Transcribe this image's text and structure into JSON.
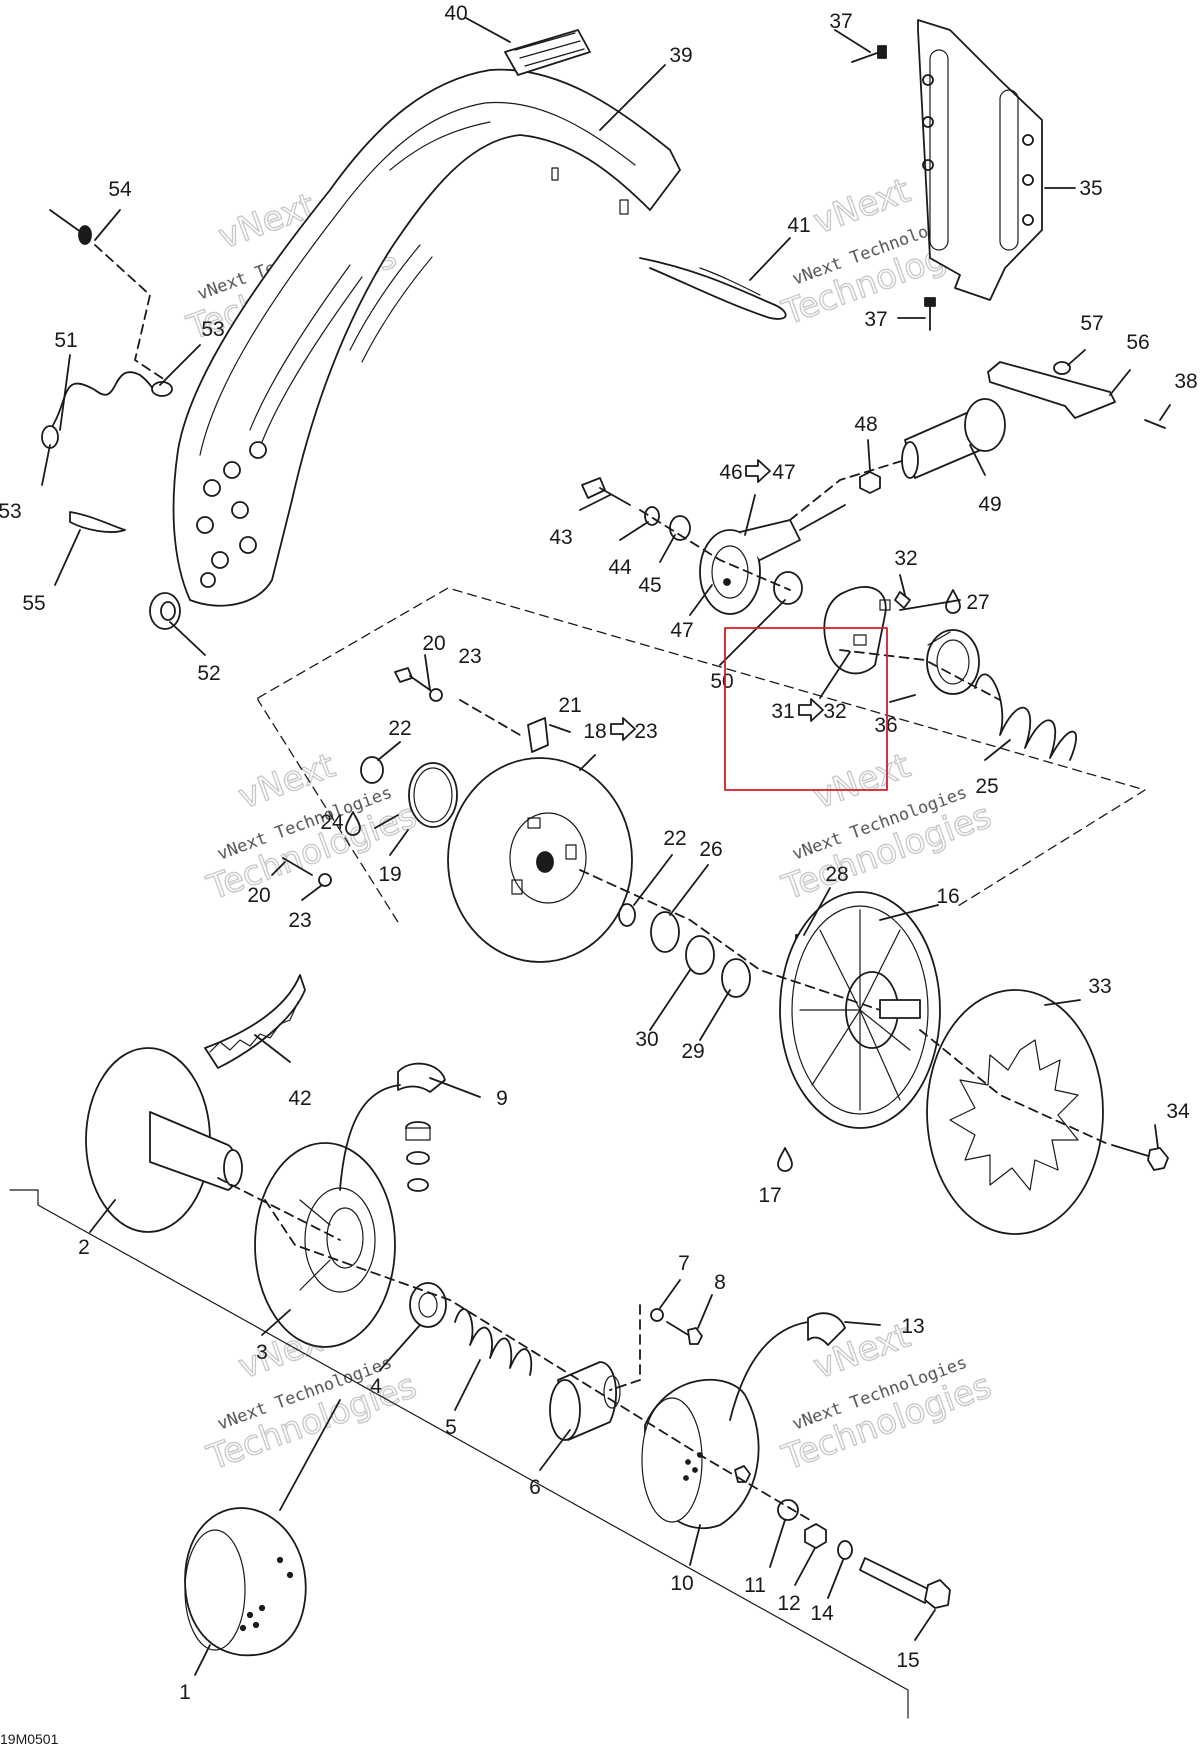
{
  "figure_code": "19M0501",
  "watermark": {
    "line1": "vNext",
    "line2": "vNext Technologies",
    "line3": "Technologies"
  },
  "highlight_color": "#d31e24",
  "callouts": [
    {
      "id": "c1",
      "text": "1"
    },
    {
      "id": "c2",
      "text": "2"
    },
    {
      "id": "c3",
      "text": "3"
    },
    {
      "id": "c4",
      "text": "4"
    },
    {
      "id": "c5",
      "text": "5"
    },
    {
      "id": "c6",
      "text": "6"
    },
    {
      "id": "c7",
      "text": "7"
    },
    {
      "id": "c8",
      "text": "8"
    },
    {
      "id": "c9",
      "text": "9"
    },
    {
      "id": "c10",
      "text": "10"
    },
    {
      "id": "c11",
      "text": "11"
    },
    {
      "id": "c12",
      "text": "12"
    },
    {
      "id": "c13",
      "text": "13"
    },
    {
      "id": "c14",
      "text": "14"
    },
    {
      "id": "c15",
      "text": "15"
    },
    {
      "id": "c16",
      "text": "16"
    },
    {
      "id": "c17",
      "text": "17"
    },
    {
      "id": "c18",
      "text": "18"
    },
    {
      "id": "c18to",
      "text": "23"
    },
    {
      "id": "c19",
      "text": "19"
    },
    {
      "id": "c20a",
      "text": "20"
    },
    {
      "id": "c20b",
      "text": "20"
    },
    {
      "id": "c21",
      "text": "21"
    },
    {
      "id": "c22a",
      "text": "22"
    },
    {
      "id": "c22b",
      "text": "22"
    },
    {
      "id": "c23a",
      "text": "23"
    },
    {
      "id": "c23b",
      "text": "23"
    },
    {
      "id": "c24",
      "text": "24"
    },
    {
      "id": "c25",
      "text": "25"
    },
    {
      "id": "c26",
      "text": "26"
    },
    {
      "id": "c27",
      "text": "27"
    },
    {
      "id": "c28",
      "text": "28"
    },
    {
      "id": "c29",
      "text": "29"
    },
    {
      "id": "c30",
      "text": "30"
    },
    {
      "id": "c31",
      "text": "31"
    },
    {
      "id": "c31to",
      "text": "32"
    },
    {
      "id": "c32",
      "text": "32"
    },
    {
      "id": "c33",
      "text": "33"
    },
    {
      "id": "c34",
      "text": "34"
    },
    {
      "id": "c35",
      "text": "35"
    },
    {
      "id": "c36",
      "text": "36"
    },
    {
      "id": "c37a",
      "text": "37"
    },
    {
      "id": "c37b",
      "text": "37"
    },
    {
      "id": "c38",
      "text": "38"
    },
    {
      "id": "c39",
      "text": "39"
    },
    {
      "id": "c40",
      "text": "40"
    },
    {
      "id": "c41",
      "text": "41"
    },
    {
      "id": "c42",
      "text": "42"
    },
    {
      "id": "c43",
      "text": "43"
    },
    {
      "id": "c44",
      "text": "44"
    },
    {
      "id": "c45",
      "text": "45"
    },
    {
      "id": "c46",
      "text": "46"
    },
    {
      "id": "c46to",
      "text": "47"
    },
    {
      "id": "c47",
      "text": "47"
    },
    {
      "id": "c48",
      "text": "48"
    },
    {
      "id": "c49",
      "text": "49"
    },
    {
      "id": "c50",
      "text": "50"
    },
    {
      "id": "c51",
      "text": "51"
    },
    {
      "id": "c52",
      "text": "52"
    },
    {
      "id": "c53a",
      "text": "53"
    },
    {
      "id": "c53b",
      "text": "53"
    },
    {
      "id": "c54",
      "text": "54"
    },
    {
      "id": "c55",
      "text": "55"
    },
    {
      "id": "c56",
      "text": "56"
    },
    {
      "id": "c57",
      "text": "57"
    }
  ]
}
